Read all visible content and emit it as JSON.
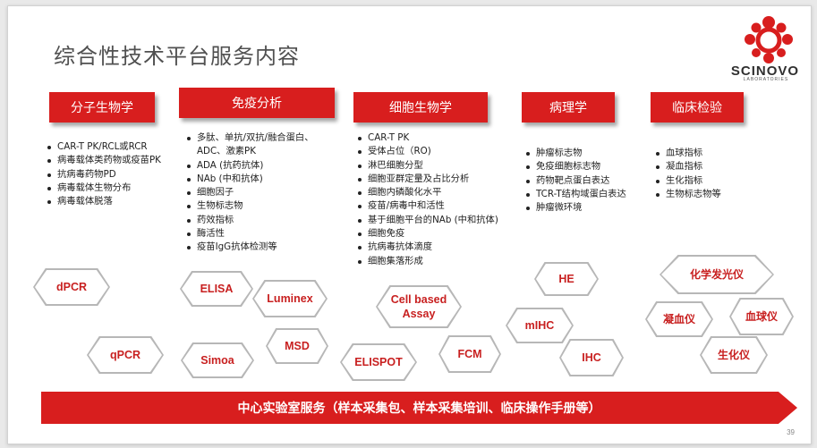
{
  "title": "综合性技术平台服务内容",
  "logo": {
    "name": "SCINOVO",
    "sub": "LABORATORIES"
  },
  "categories": [
    {
      "label": "分子生物学",
      "items": [
        "CAR-T PK/RCL或RCR",
        "病毒载体类药物或疫苗PK",
        "抗病毒药物PD",
        "病毒载体生物分布",
        "病毒载体脱落"
      ]
    },
    {
      "label": "免疫分析",
      "items": [
        "多肽、单抗/双抗/融合蛋白、",
        "ADC、激素PK",
        "ADA (抗药抗体)",
        "NAb (中和抗体)",
        "细胞因子",
        "生物标志物",
        "药效指标",
        "酶活性",
        "疫苗IgG抗体检测等"
      ]
    },
    {
      "label": "细胞生物学",
      "items": [
        "CAR-T PK",
        "受体占位（RO)",
        "淋巴细胞分型",
        "细胞亚群定量及占比分析",
        "细胞内磷酸化水平",
        "疫苗/病毒中和活性",
        "基于细胞平台的NAb (中和抗体)",
        "细胞免疫",
        "抗病毒抗体滴度",
        "细胞集落形成"
      ]
    },
    {
      "label": "病理学",
      "items": [
        "肿瘤标志物",
        "免疫细胞标志物",
        "药物靶点蛋白表达",
        "TCR-T结构域蛋白表达",
        "肿瘤微环境"
      ]
    },
    {
      "label": "临床检验",
      "items": [
        "血球指标",
        "凝血指标",
        "生化指标",
        "生物标志物等"
      ]
    }
  ],
  "platforms": {
    "dpcr": "dPCR",
    "qpcr": "qPCR",
    "elisa": "ELISA",
    "luminex": "Luminex",
    "simoa": "Simoa",
    "msd": "MSD",
    "cellbased": "Cell based Assay",
    "elispot": "ELISPOT",
    "fcm": "FCM",
    "he": "HE",
    "mihc": "mIHC",
    "ihc": "IHC",
    "chemilum": "化学发光仪",
    "coag": "凝血仪",
    "hema": "血球仪",
    "biochem": "生化仪"
  },
  "banner": "中心实验室服务（样本采集包、样本采集培训、临床操作手册等）",
  "page_number": "39",
  "colors": {
    "accent": "#d81e1e",
    "hex_text": "#c82020",
    "hex_border": "#b7b7b7"
  }
}
